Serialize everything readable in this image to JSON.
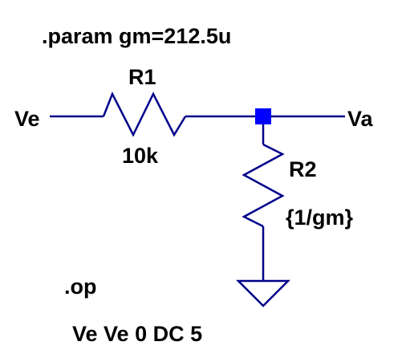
{
  "directives": {
    "param": ".param gm=212.5u",
    "op": ".op",
    "source": "Ve Ve 0 DC 5"
  },
  "components": {
    "r1": {
      "name": "R1",
      "value": "10k"
    },
    "r2": {
      "name": "R2",
      "value": "{1/gm}"
    }
  },
  "nets": {
    "input": "Ve",
    "output": "Va"
  },
  "colors": {
    "wire": "#00008B",
    "junction": "#0000FF",
    "text": "#000000",
    "background": "#FFFFFF"
  },
  "icons": {
    "ground": "ground-symbol-icon",
    "resistor": "resistor-zigzag-icon"
  }
}
